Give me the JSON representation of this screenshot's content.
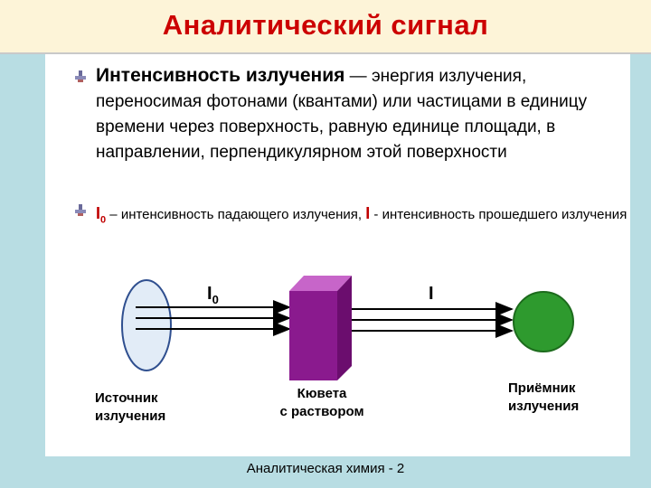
{
  "title": "Аналитический сигнал",
  "bullet1": {
    "term": "Интенсивность излучения",
    "dash": " — ",
    "text": "энергия излучения, переносимая фотонами (квантами) или частицами в единицу времени через поверхность, равную единице площади, в направлении, перпендикулярном этой поверхности"
  },
  "bullet2": {
    "i0_symbol": "I",
    "i0_subscript": "0",
    "i0_text": " – интенсивность падающего излучения, ",
    "i_symbol": "I",
    "i_text": " -  интенсивность прошедшего излучения"
  },
  "diagram": {
    "source_label_line1": "Источник",
    "source_label_line2": "излучения",
    "cuvette_label_line1": "Кювета",
    "cuvette_label_line2": "с раствором",
    "detector_label_line1": "Приёмник",
    "detector_label_line2": "излучения",
    "i0_label": "I",
    "i0_label_subscript": "0",
    "i_label": "I",
    "colors": {
      "source_fill": "#e2ecf7",
      "source_stroke": "#2f4f8f",
      "cuvette_front": "#8a1a8e",
      "cuvette_top": "#c765c9",
      "cuvette_side": "#6b0d6e",
      "detector_fill": "#2e9a2e",
      "detector_stroke": "#1c6b1c"
    }
  },
  "footer": "Аналитическая химия - 2",
  "icons": [
    "bullet-icon",
    "bullet-icon"
  ]
}
